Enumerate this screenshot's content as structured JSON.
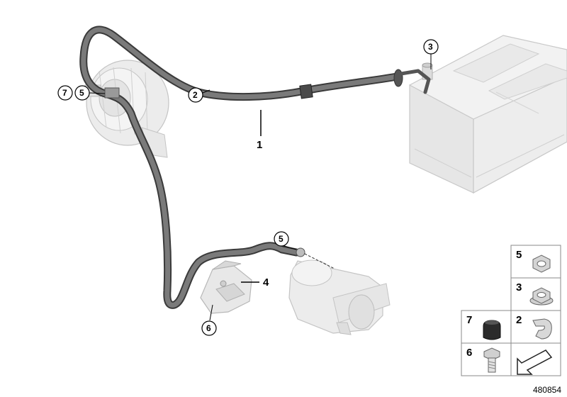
{
  "diagram_id": "480854",
  "callouts": {
    "c1": "1",
    "c2": "2",
    "c3": "3",
    "c4": "4",
    "c5_left": "5",
    "c5_starter": "5",
    "c6": "6",
    "c7": "7"
  },
  "legend": {
    "cells": [
      {
        "number": "5",
        "part": "nut-flanged"
      },
      {
        "number": "3",
        "part": "nut-flanged"
      },
      {
        "number": "7",
        "part": "rubber-cap"
      },
      {
        "number": "2",
        "part": "cable-clip"
      },
      {
        "number": "6",
        "part": "bolt"
      }
    ],
    "arrow_cell": "direction-arrow-icon"
  },
  "colors": {
    "cable": "#6b6b6b",
    "cable_dark": "#3d3d3d",
    "part_fill": "#ececec",
    "part_stroke": "#c4c4c4",
    "legend_border": "#8a8a8a"
  }
}
